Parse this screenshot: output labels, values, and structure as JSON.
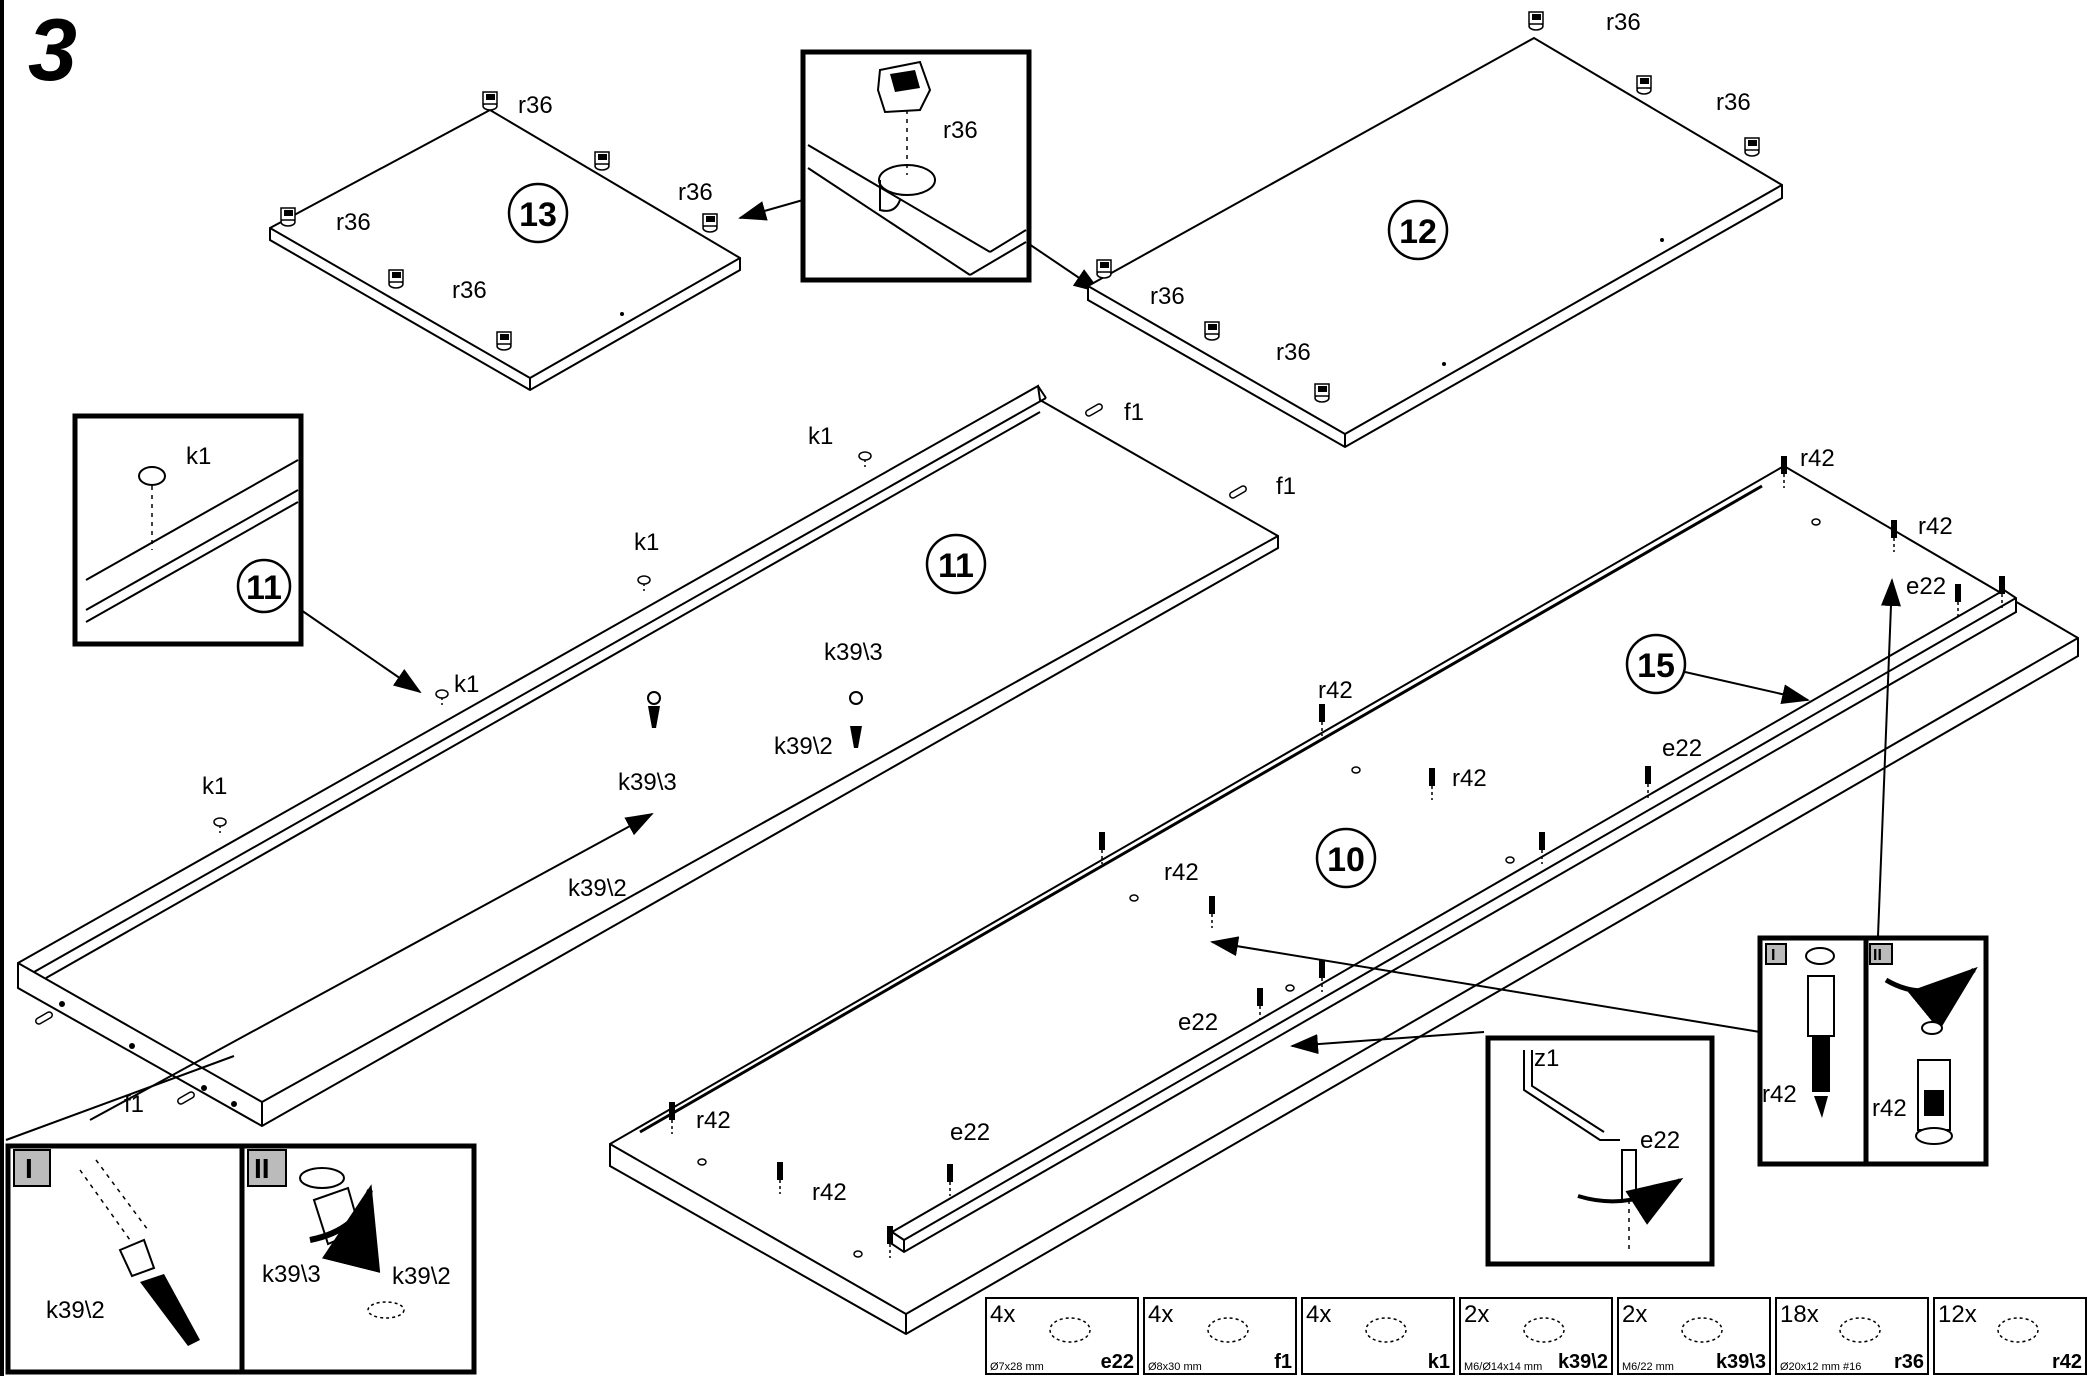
{
  "step": "3",
  "panels": {
    "p10": "10",
    "p11_main": "11",
    "p11_inset": "11",
    "p12": "12",
    "p13": "13",
    "p15": "15"
  },
  "labels": {
    "r36": "r36",
    "r42": "r42",
    "k1": "k1",
    "f1": "f1",
    "e22": "e22",
    "k39_3": "k39\\3",
    "k39_2": "k39\\2",
    "z1": "z1",
    "inset_e22": "e22"
  },
  "roman": {
    "one": "I",
    "two": "II"
  },
  "parts": [
    {
      "count": "4x",
      "size": "Ø7x28 mm",
      "code": "e22"
    },
    {
      "count": "4x",
      "size": "Ø8x30 mm",
      "code": "f1"
    },
    {
      "count": "4x",
      "size": "",
      "code": "k1"
    },
    {
      "count": "2x",
      "size": "M6/Ø14x14 mm",
      "code": "k39\\2"
    },
    {
      "count": "2x",
      "size": "M6/22 mm",
      "code": "k39\\3"
    },
    {
      "count": "18x",
      "size": "Ø20x12 mm  #16",
      "code": "r36"
    },
    {
      "count": "12x",
      "size": "",
      "code": "r42"
    }
  ]
}
